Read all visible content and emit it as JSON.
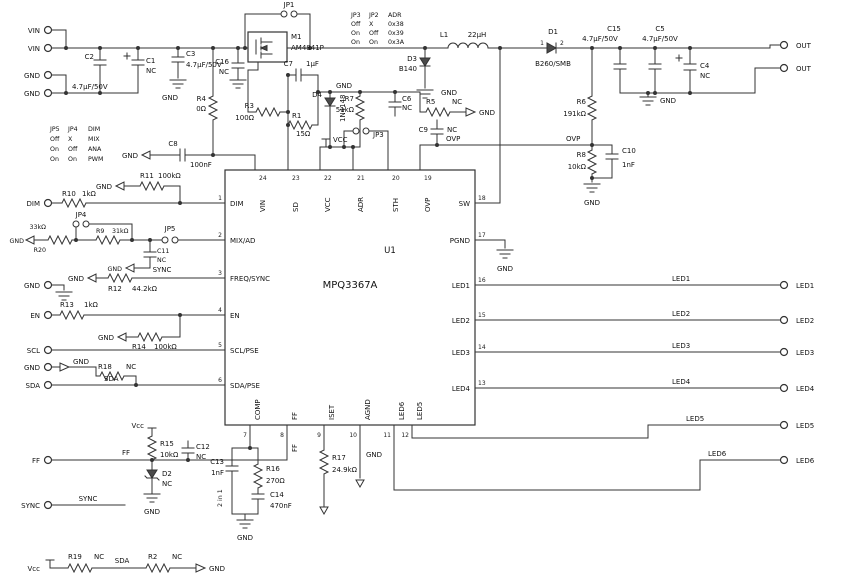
{
  "terminals": {
    "left": [
      "VIN",
      "VIN",
      "GND",
      "GND",
      "DIM",
      "GND",
      "EN",
      "SCL",
      "GND",
      "SDA",
      "FF",
      "SYNC"
    ],
    "right": [
      "OUT",
      "OUT",
      "LED1",
      "LED2",
      "LED3",
      "LED4",
      "LED5",
      "LED6"
    ],
    "vcc": "Vcc"
  },
  "ic": {
    "ref": "U1",
    "part": "MPQ3367A",
    "top": [
      {
        "n": "24",
        "name": "VIN"
      },
      {
        "n": "23",
        "name": "SD"
      },
      {
        "n": "22",
        "name": "VCC"
      },
      {
        "n": "21",
        "name": "ADR"
      },
      {
        "n": "20",
        "name": "STH"
      },
      {
        "n": "19",
        "name": "OVP"
      }
    ],
    "left": [
      {
        "n": "1",
        "name": "DIM"
      },
      {
        "n": "2",
        "name": "MIX/AD"
      },
      {
        "n": "3",
        "name": "FREQ/SYNC"
      },
      {
        "n": "4",
        "name": "EN"
      },
      {
        "n": "5",
        "name": "SCL/PSE"
      },
      {
        "n": "6",
        "name": "SDA/PSE"
      }
    ],
    "right": [
      {
        "n": "18",
        "name": "SW"
      },
      {
        "n": "17",
        "name": "PGND"
      },
      {
        "n": "16",
        "name": "LED1"
      },
      {
        "n": "15",
        "name": "LED2"
      },
      {
        "n": "14",
        "name": "LED3"
      },
      {
        "n": "13",
        "name": "LED4"
      }
    ],
    "bottom": [
      {
        "n": "7",
        "name": "COMP"
      },
      {
        "n": "8",
        "name": "FF"
      },
      {
        "n": "9",
        "name": "ISET"
      },
      {
        "n": "10",
        "name": "AGND"
      },
      {
        "n": "11",
        "name": "LED6"
      },
      {
        "n": "12",
        "name": "LED5"
      }
    ]
  },
  "components": {
    "c1": {
      "ref": "C1",
      "val": "NC"
    },
    "c2": {
      "ref": "C2",
      "val": "4.7µF/50V"
    },
    "c3": {
      "ref": "C3",
      "val": "4.7µF/50V"
    },
    "c4": {
      "ref": "C4",
      "val": "NC"
    },
    "c5": {
      "ref": "C5",
      "val": "4.7µF/50V"
    },
    "c6": {
      "ref": "C6",
      "val": "NC"
    },
    "c7": {
      "ref": "C7",
      "val": "1µF"
    },
    "c8": {
      "ref": "C8",
      "val": "100nF"
    },
    "c9": {
      "ref": "C9",
      "val": "NC"
    },
    "c10": {
      "ref": "C10",
      "val": "1nF"
    },
    "c11": {
      "ref": "C11",
      "val": "NC"
    },
    "c12": {
      "ref": "C12",
      "val": "NC"
    },
    "c13": {
      "ref": "C13",
      "val": "1nF"
    },
    "c14": {
      "ref": "C14",
      "val": "470nF"
    },
    "c15": {
      "ref": "C15",
      "val": "4.7µF/50V"
    },
    "c16": {
      "ref": "C16",
      "val": "NC"
    },
    "r1": {
      "ref": "R1",
      "val": "15Ω"
    },
    "r2": {
      "ref": "R2",
      "val": "NC"
    },
    "r3": {
      "ref": "R3",
      "val": "100Ω"
    },
    "r4": {
      "ref": "R4",
      "val": "0Ω"
    },
    "r5": {
      "ref": "R5",
      "val": "NC"
    },
    "r6": {
      "ref": "R6",
      "val": "191kΩ"
    },
    "r7": {
      "ref": "R7",
      "val": "51kΩ"
    },
    "r8": {
      "ref": "R8",
      "val": "10kΩ"
    },
    "r9": {
      "ref": "R9",
      "val": "31kΩ"
    },
    "r10": {
      "ref": "R10",
      "val": "1kΩ"
    },
    "r11": {
      "ref": "R11",
      "val": "100kΩ"
    },
    "r12": {
      "ref": "R12",
      "val": "44.2kΩ"
    },
    "r13": {
      "ref": "R13",
      "val": "1kΩ"
    },
    "r14": {
      "ref": "R14",
      "val": "100kΩ"
    },
    "r15": {
      "ref": "R15",
      "val": "10kΩ"
    },
    "r16": {
      "ref": "R16",
      "val": "270Ω"
    },
    "r17": {
      "ref": "R17",
      "val": "24.9kΩ"
    },
    "r18": {
      "ref": "R18",
      "val": "NC"
    },
    "r19": {
      "ref": "R19",
      "val": "NC"
    },
    "r20": {
      "ref": "R20",
      "val": "33kΩ"
    },
    "d1": {
      "ref": "D1",
      "val": "B260/SMB",
      "p1": "1",
      "p2": "2"
    },
    "d2": {
      "ref": "D2",
      "val": "NC"
    },
    "d3": {
      "ref": "D3",
      "val": "B140"
    },
    "d4": {
      "ref": "D4",
      "val": "1N4148"
    },
    "l1": {
      "ref": "L1",
      "val": "22µH"
    },
    "m1": {
      "ref": "M1",
      "val": "AM4841P"
    },
    "jp1": {
      "ref": "JP1"
    },
    "jp3": {
      "ref": "JP3"
    },
    "jp4": {
      "ref": "JP4"
    },
    "jp5": {
      "ref": "JP5"
    }
  },
  "tables": {
    "adr": {
      "h1": "JP3",
      "h2": "JP2",
      "h3": "ADR",
      "r": [
        [
          "Off",
          "X",
          "0x38"
        ],
        [
          "On",
          "Off",
          "0x39"
        ],
        [
          "On",
          "On",
          "0x3A"
        ]
      ]
    },
    "dim": {
      "h1": "JP5",
      "h2": "JP4",
      "h3": "DIM",
      "r": [
        [
          "Off",
          "X",
          "MIX"
        ],
        [
          "On",
          "Off",
          "ANA"
        ],
        [
          "On",
          "On",
          "PWM"
        ]
      ]
    }
  },
  "nets": {
    "vcc": "VCC",
    "ovp": "OVP",
    "gnd": "GND",
    "sync": "SYNC",
    "sda": "SDA",
    "ff": "FF",
    "note": "2 in 1",
    "led": [
      "LED1",
      "LED2",
      "LED3",
      "LED4",
      "LED5",
      "LED6"
    ]
  }
}
